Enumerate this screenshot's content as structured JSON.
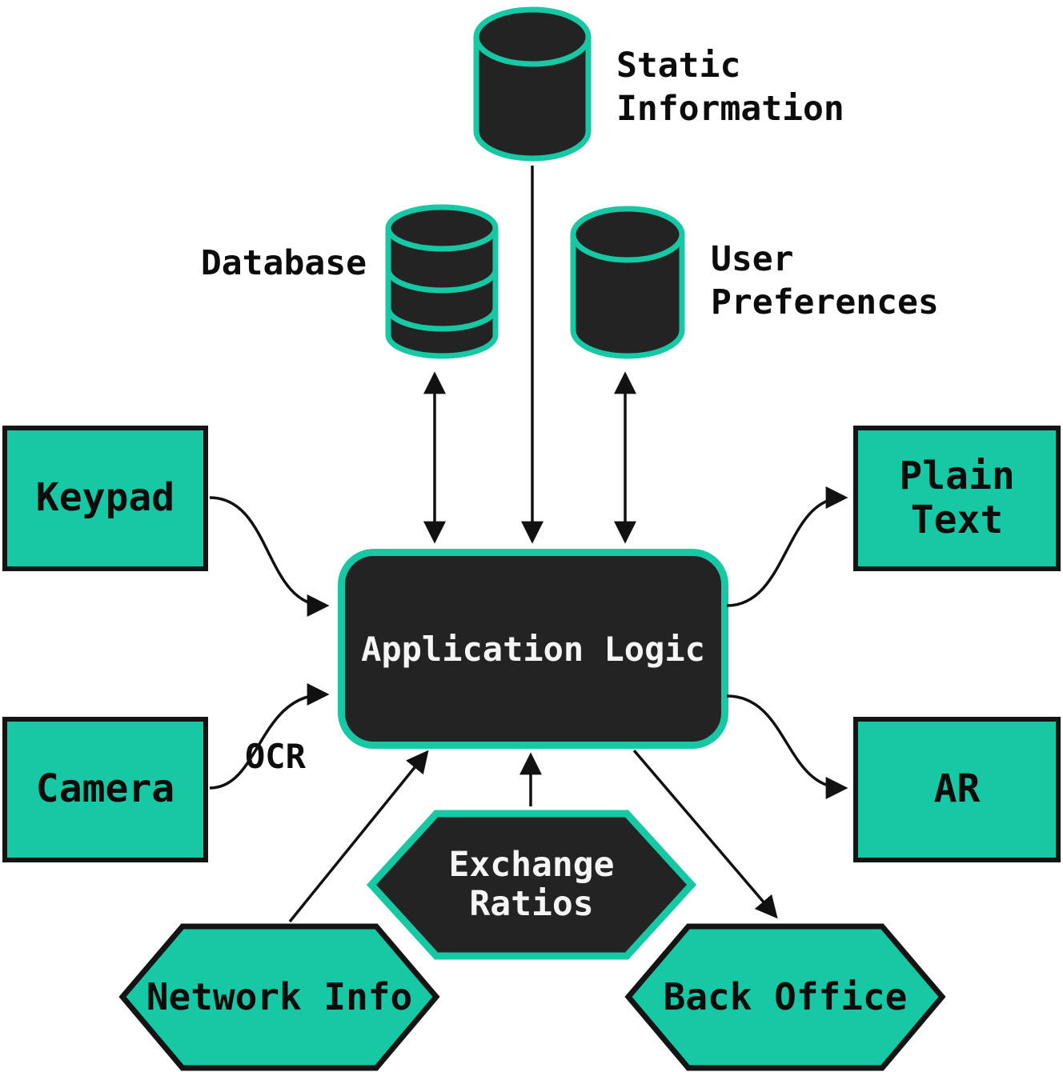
{
  "colors": {
    "teal": "#16C8A4",
    "dark": "#232323",
    "line": "#111111",
    "node_text_dark": "#0c0c0c",
    "node_text_light": "#f5f5f5"
  },
  "nodes": {
    "static_information": {
      "line1": "Static",
      "line2": "Information"
    },
    "database": {
      "label": "Database"
    },
    "user_preferences": {
      "line1": "User",
      "line2": "Preferences"
    },
    "keypad": {
      "label": "Keypad"
    },
    "camera": {
      "label": "Camera"
    },
    "plain_text": {
      "line1": "Plain",
      "line2": "Text"
    },
    "ar": {
      "label": "AR"
    },
    "application_logic": {
      "label": "Application Logic"
    },
    "exchange_ratios": {
      "line1": "Exchange",
      "line2": "Ratios"
    },
    "network_info": {
      "label": "Network Info"
    },
    "back_office": {
      "label": "Back Office"
    }
  },
  "edges": {
    "ocr_label": "OCR"
  }
}
